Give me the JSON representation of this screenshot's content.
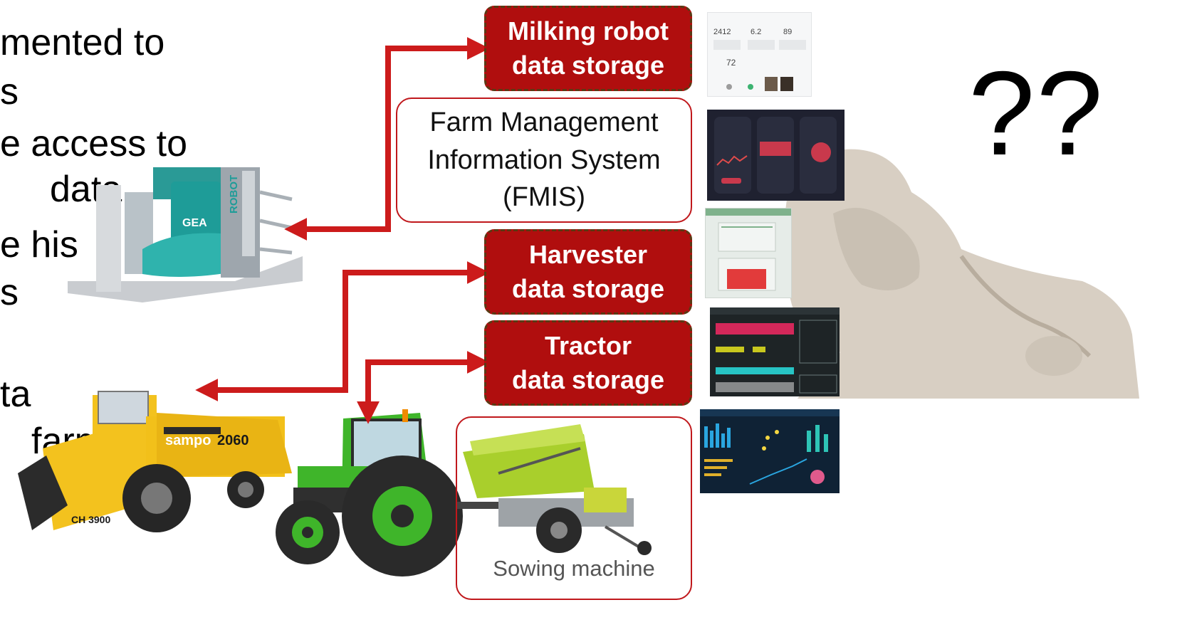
{
  "bullet_fragments": [
    "mented to",
    "s",
    "e access to",
    "data.",
    "e his",
    "s",
    "ta",
    "farm"
  ],
  "boxes": {
    "milking": [
      "Milking robot",
      "data storage"
    ],
    "fmis": [
      "Farm Management",
      "Information System",
      "(FMIS)"
    ],
    "harvester": [
      "Harvester",
      "data storage"
    ],
    "tractor": [
      "Tractor",
      "data storage"
    ],
    "sowing": "Sowing machine"
  },
  "question_marks": "??",
  "labels": {
    "milking_robot_brand": "GEA",
    "milking_robot_side": "ROBOT",
    "harvester_brand": "sampo",
    "harvester_model": "2060",
    "harvester_header": "CH 3900"
  },
  "thumb_values": [
    "2412",
    "6.2",
    "89",
    "72"
  ],
  "colors": {
    "storage_fill": "#b00e0e",
    "box_border": "#c0181c",
    "arrow": "#cc1b1b",
    "dashboard_dark": "#1f2130",
    "tractor_green": "#3fb52a",
    "harvester_yellow": "#f1c21b"
  }
}
